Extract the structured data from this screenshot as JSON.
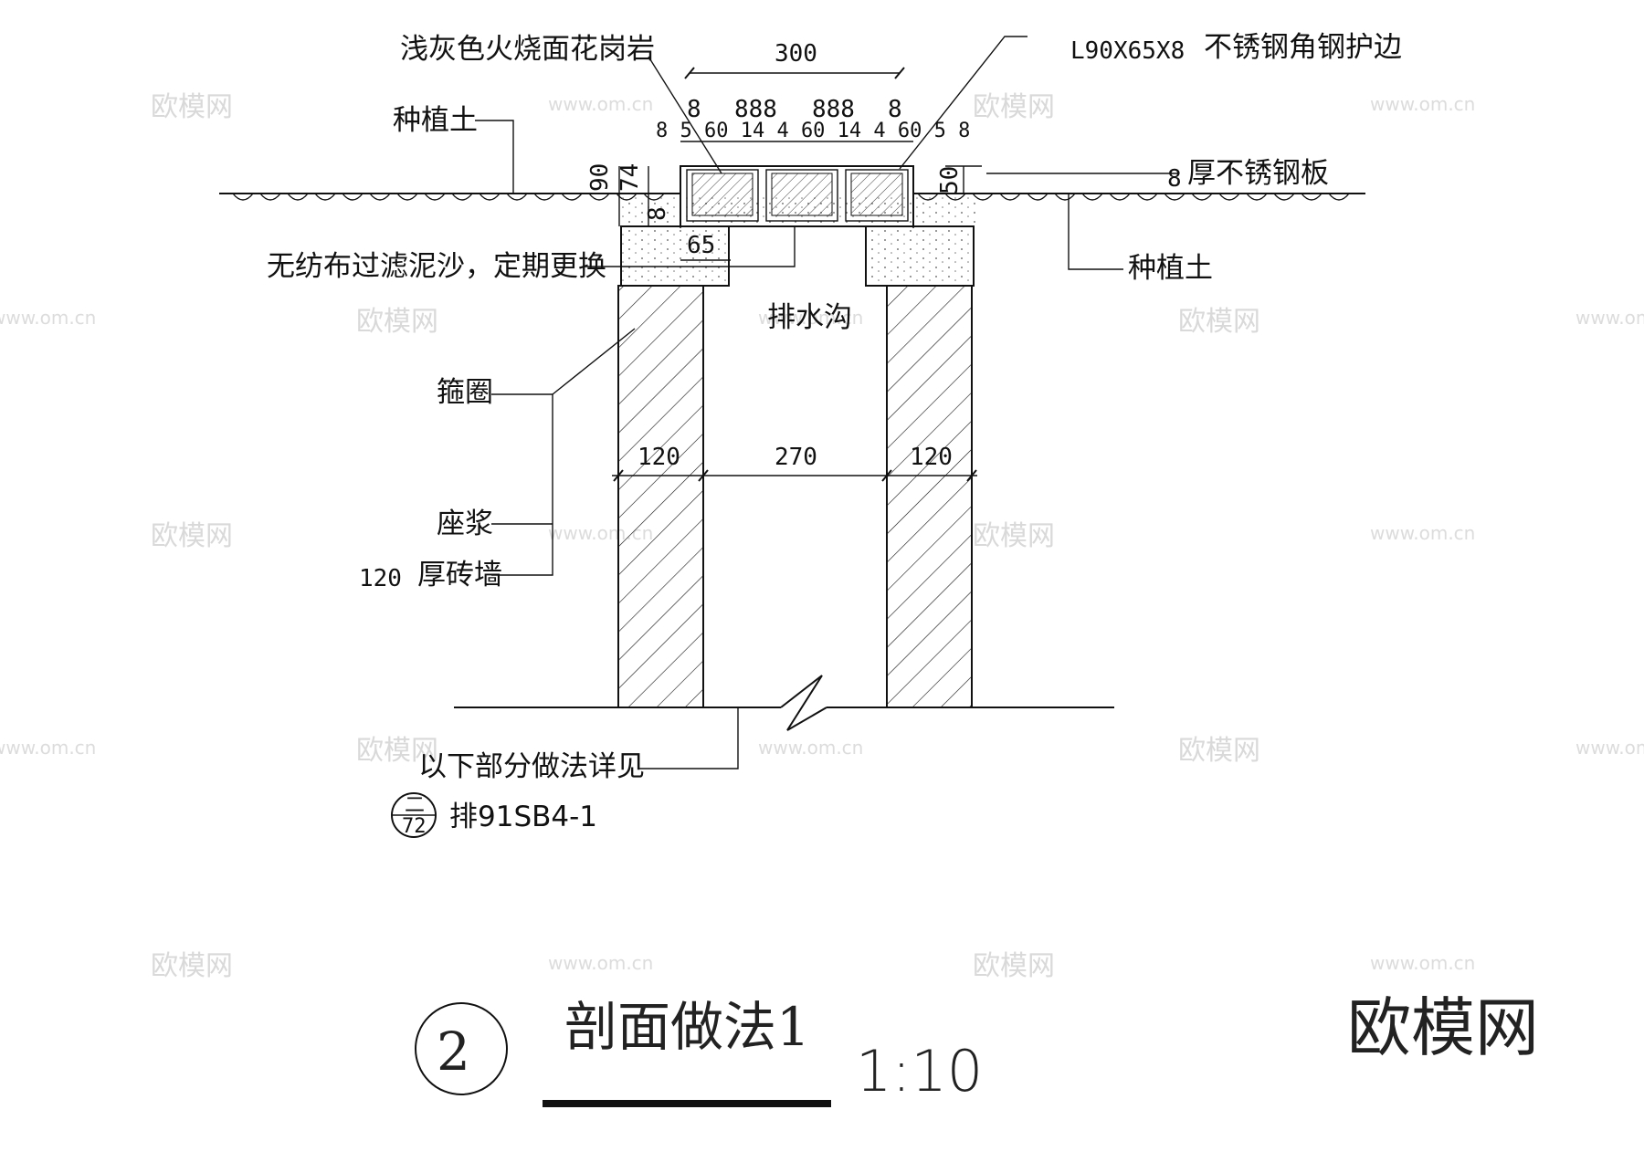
{
  "labels": {
    "granite": "浅灰色火烧面花岗岩",
    "angle_steel_code": "L90X65X8",
    "angle_steel_text": "不锈钢角钢护边",
    "planting_soil_left": "种植土",
    "planting_soil_right": "种植土",
    "steel_plate_num": "8",
    "steel_plate_text": "厚不锈钢板",
    "filter_cloth": "无纺布过滤泥沙，定期更换",
    "drain": "排水沟",
    "ring_beam": "箍圈",
    "mortar": "座浆",
    "brick_wall_num": "120",
    "brick_wall_text": "厚砖墙",
    "below_detail": "以下部分做法详见",
    "ref_top": "二",
    "ref_bottom": "72",
    "ref_code": "排91SB4-1"
  },
  "dimensions": {
    "top_width": "300",
    "top_row_8a": "8",
    "top_row_888a": "888",
    "top_row_888b": "888",
    "top_row_8b": "8",
    "sub_row": "8 5 60 14 4 60 14 4 60 5 8",
    "h90": "90",
    "h74": "74",
    "h8": "8",
    "w65": "65",
    "h50": "50",
    "wall_left": "120",
    "channel": "270",
    "wall_right": "120"
  },
  "title": {
    "number": "2",
    "text": "剖面做法1",
    "scale": "1:10"
  },
  "watermarks": {
    "brand": "欧模网",
    "url": "www.om.cn"
  }
}
